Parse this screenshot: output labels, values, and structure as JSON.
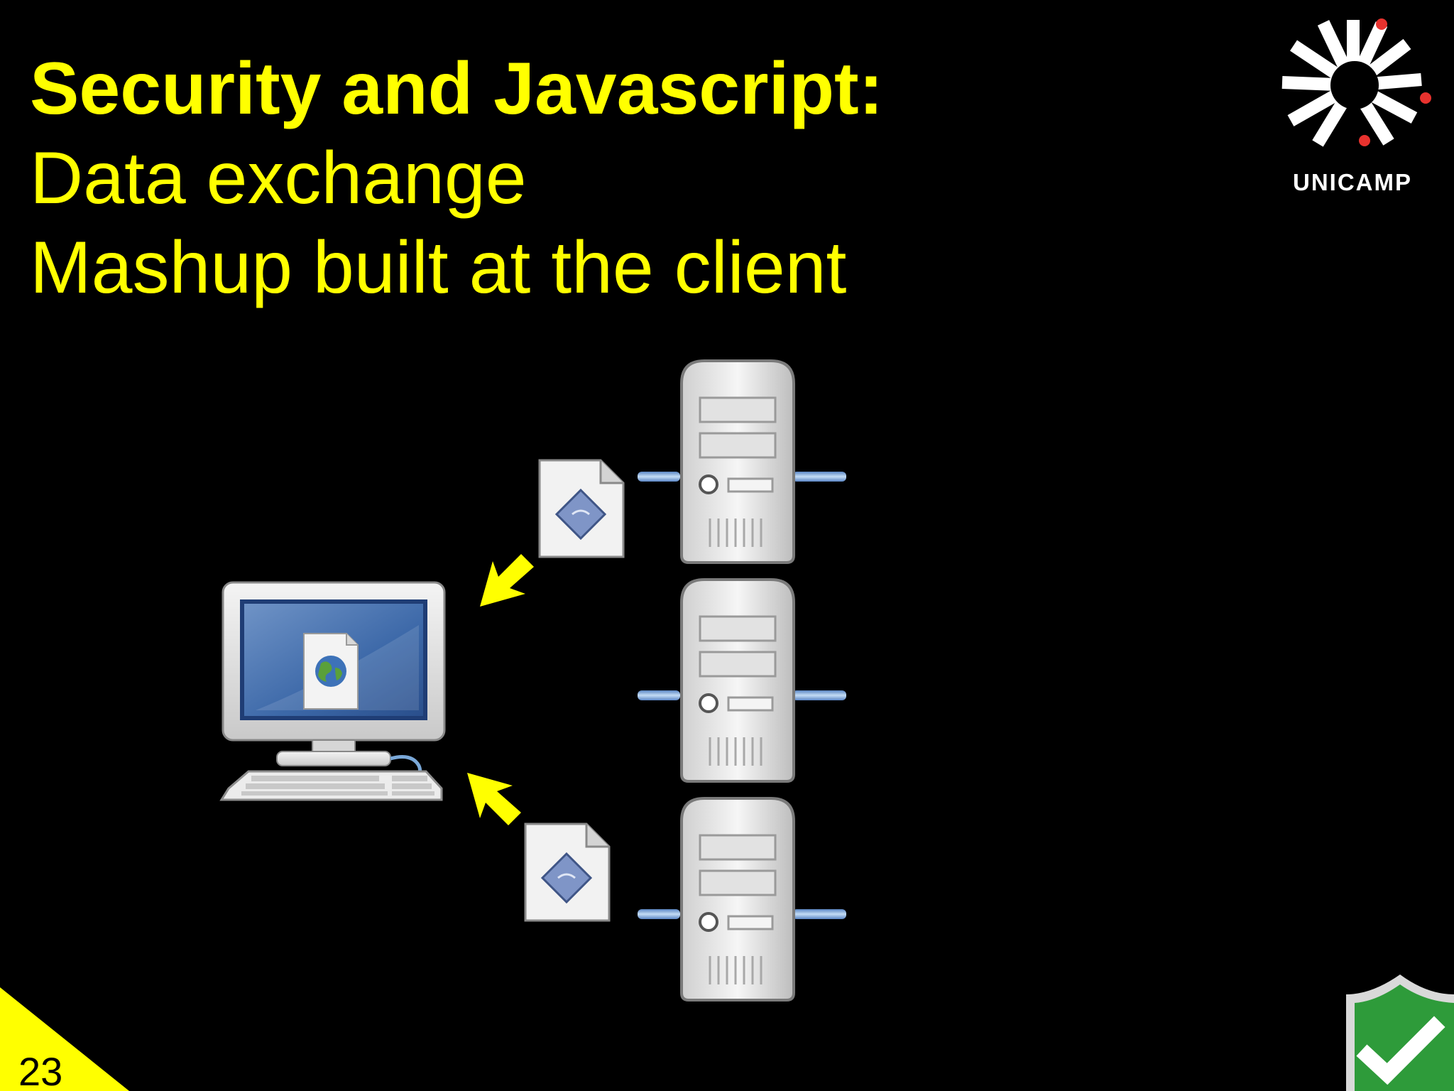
{
  "slide": {
    "title_bold": "Security and Javascript:",
    "subtitle_1": "Data exchange",
    "subtitle_2": "Mashup built at the client",
    "page_number": "23"
  },
  "logo": {
    "text": "UNICAMP",
    "icon": "unicamp-logo-icon"
  },
  "diagram": {
    "client": "client-computer-icon",
    "servers": [
      "server-icon",
      "server-icon",
      "server-icon"
    ],
    "documents": [
      "script-document-icon",
      "script-document-icon"
    ],
    "arrows": [
      "arrow-down-left-icon",
      "arrow-up-left-icon"
    ]
  },
  "colors": {
    "background": "#000000",
    "title": "#ffff00",
    "accent_red": "#e8322e",
    "shield_green": "#2e9b3a"
  }
}
